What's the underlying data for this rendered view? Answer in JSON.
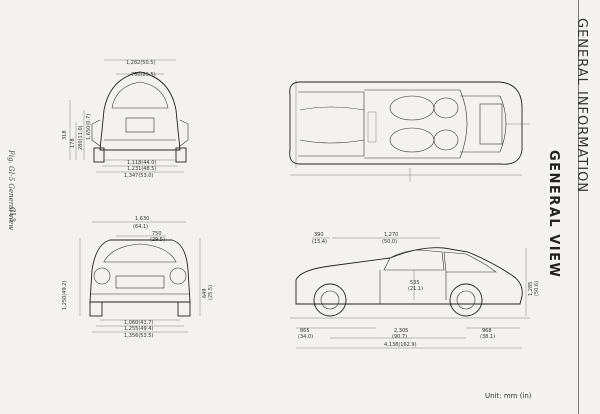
{
  "header": {
    "section_title": "GENERAL INFORMATION",
    "page_title": "GENERAL VIEW"
  },
  "caption": {
    "figure": "Fig. GI-5 General view",
    "page_number": "GI-3"
  },
  "unit_note": "Unit: mm (in)",
  "rear_view_dims": {
    "top_width": "1,282(50.5)",
    "mid_width": "750(29.5)",
    "track": "1,118(44.0)",
    "overall_width": "1,231(48.5)",
    "bottom_width": "1,347(53.0)",
    "height_a": "318",
    "height_b": "178",
    "height_c": "280(11.0)",
    "height_d": "1,650(0.7)"
  },
  "front_view_dims": {
    "overall_width": "1,630",
    "overall_width_in": "(64.1)",
    "inner_width": "750",
    "inner_width_in": "(29.5)",
    "height_a": "1,250(49.2)",
    "height_b": "649",
    "height_c": "(25.5)",
    "width_a": "1,060(41.7)",
    "width_b": "1,255(49.4)",
    "width_c": "1,356(53.5)"
  },
  "side_view_dims": {
    "front_overhang_top": "390",
    "front_overhang_top_in": "(15.4)",
    "cabin": "1,270",
    "cabin_in": "(50.0)",
    "seat_height": "535",
    "seat_height_in": "(21.1)",
    "height": "1,285",
    "height_in": "(50.6)",
    "front_overhang": "865",
    "front_overhang_in": "(34.0)",
    "wheelbase": "2,305",
    "wheelbase_in": "(90.7)",
    "rear_overhang": "968",
    "rear_overhang_in": "(38.1)",
    "overall_length": "4,138(162.9)"
  }
}
